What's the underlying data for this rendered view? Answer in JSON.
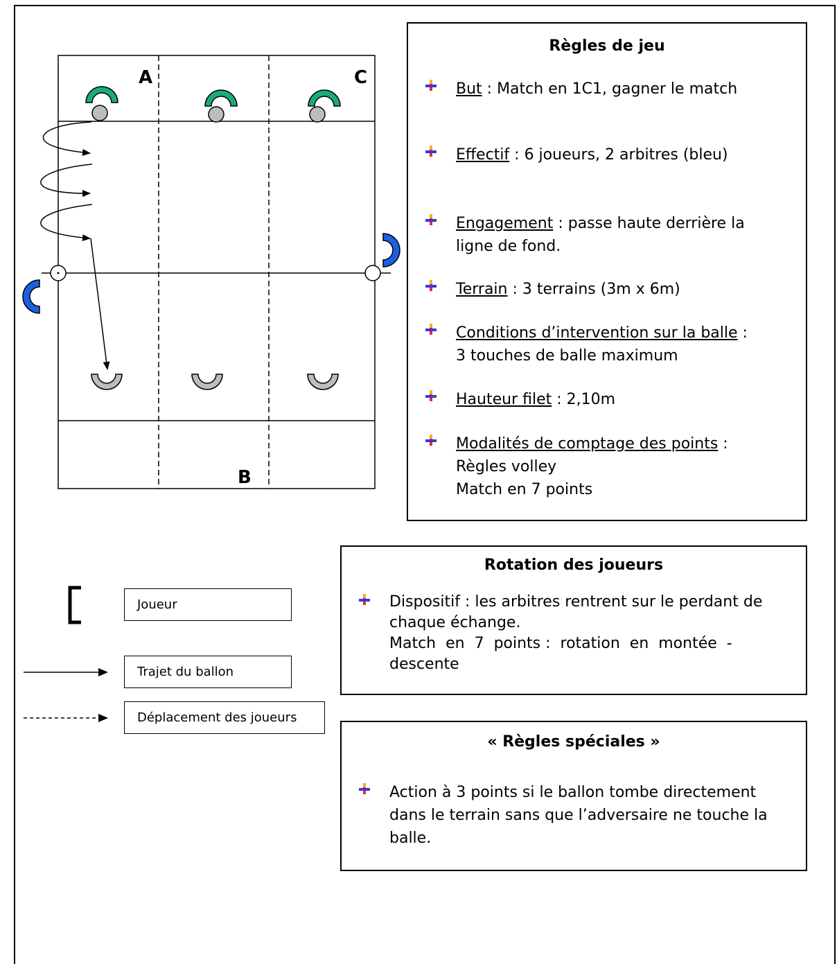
{
  "field": {
    "labels": {
      "a": "A",
      "b": "B",
      "c": "C"
    }
  },
  "rules": {
    "title": "Règles de jeu",
    "items": [
      {
        "label": "But",
        "text": " : Match en 1C1, gagner le match"
      },
      {
        "label": "Effectif",
        "text": " : 6 joueurs, 2 arbitres (bleu)"
      },
      {
        "label": "Engagement",
        "text": " : passe haute derrière la",
        "line2": "ligne de fond."
      },
      {
        "label": "Terrain",
        "text": " : 3 terrains (3m x 6m)"
      },
      {
        "label": "Conditions d’intervention sur la balle",
        "text": " :",
        "line2": "3 touches de balle maximum"
      },
      {
        "label": "Hauteur filet",
        "text": " : 2,10m"
      },
      {
        "label": "Modalités de comptage des points",
        "text": " :",
        "line2": "Règles volley",
        "line3": "Match en 7 points"
      }
    ]
  },
  "rotation": {
    "title": "Rotation des joueurs",
    "line1": "Dispositif : les arbitres rentrent sur le perdant de",
    "line2": "chaque échange.",
    "line3": "Match  en  7  points :  rotation  en  montée  -",
    "line4": "descente"
  },
  "special": {
    "title": "« Règles spéciales »",
    "line1": "Action à 3 points si le ballon tombe directement",
    "line2": "dans le terrain sans que l’adversaire ne touche la",
    "line3": "balle."
  },
  "legend": {
    "player": "Joueur",
    "ball_path": "Trajet du ballon",
    "player_move": "Déplacement des joueurs"
  },
  "colors": {
    "teal": "#1aaa7e",
    "blue": "#1d5fe0",
    "gray": "#bdbdbd",
    "bullet_red": "#e8254b",
    "bullet_gold": "#f2b21a",
    "bullet_blue": "#3a3ad1"
  }
}
